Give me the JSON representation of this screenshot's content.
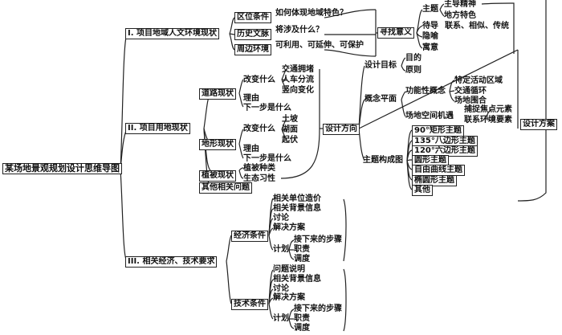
{
  "root": "某场地景观规划设计思维导图",
  "section1": {
    "title": "I. 项目地域人文环境现状",
    "items": [
      {
        "label": "区位条件",
        "note": "如何体现地域特色？"
      },
      {
        "label": "历史文脉",
        "note": "将涉及什么？"
      },
      {
        "label": "周边环境",
        "note": "可利用、可延伸、可保护"
      }
    ],
    "seek": "寻找意义",
    "meaning": {
      "theme": "主题",
      "theme_items": [
        "主导精神",
        "地方特色"
      ],
      "metaphor": "待导",
      "metaphor_items": "联系、相似、传统",
      "implicit": "隐喻",
      "implied": "寓意"
    }
  },
  "section2": {
    "title": "II. 项目用地现状",
    "road": {
      "label": "道路现状",
      "change": "改变什么",
      "change_items": [
        "交通拥堵",
        "人车分流",
        "竖向变化"
      ],
      "reason": "理由",
      "next": "下一步是什么"
    },
    "terrain": {
      "label": "地形现状",
      "change": "改变什么",
      "change_items": [
        "土坡",
        "湖面",
        "起伏"
      ],
      "reason": "理由",
      "next": "下一步是什么"
    },
    "vegetation": {
      "label": "植被现状",
      "items": [
        "植被种类",
        "生态习性"
      ]
    },
    "other": "其他相关问题",
    "design_direction": "设计方向",
    "design_goal": {
      "label": "设计目标",
      "items": [
        "目的",
        "原则"
      ]
    },
    "concept": {
      "label": "概念平面",
      "function_concept": "功能性概念",
      "function_items": [
        "特定活动区域",
        "交通循环",
        "场地围合"
      ],
      "space": "场地空间机遇",
      "space_items": [
        "捕捉焦点元素",
        "联系环境要素"
      ]
    },
    "composition": {
      "label": "主题构成图",
      "items": [
        "90°矩形主题",
        "135°八边形主题",
        "120°六边形主题",
        "圆形主题",
        "自由曲线主题",
        "椭圆形主题",
        "其他"
      ]
    },
    "design_scheme": "设计方案"
  },
  "section3": {
    "title": "III. 相关经济、技术要求",
    "economic": {
      "label": "经济条件",
      "items": [
        "相关单位造价",
        "相关背景信息",
        "讨论",
        "解决方案"
      ],
      "plan": "计划",
      "plan_items": [
        "接下来的步骤",
        "职责",
        "调度"
      ]
    },
    "technical": {
      "label": "技术条件",
      "items": [
        "问题说明",
        "相关背景信息",
        "讨论",
        "解决方案"
      ],
      "plan": "计划",
      "plan_items": [
        "接下来的步骤",
        "职责",
        "调度"
      ]
    }
  }
}
